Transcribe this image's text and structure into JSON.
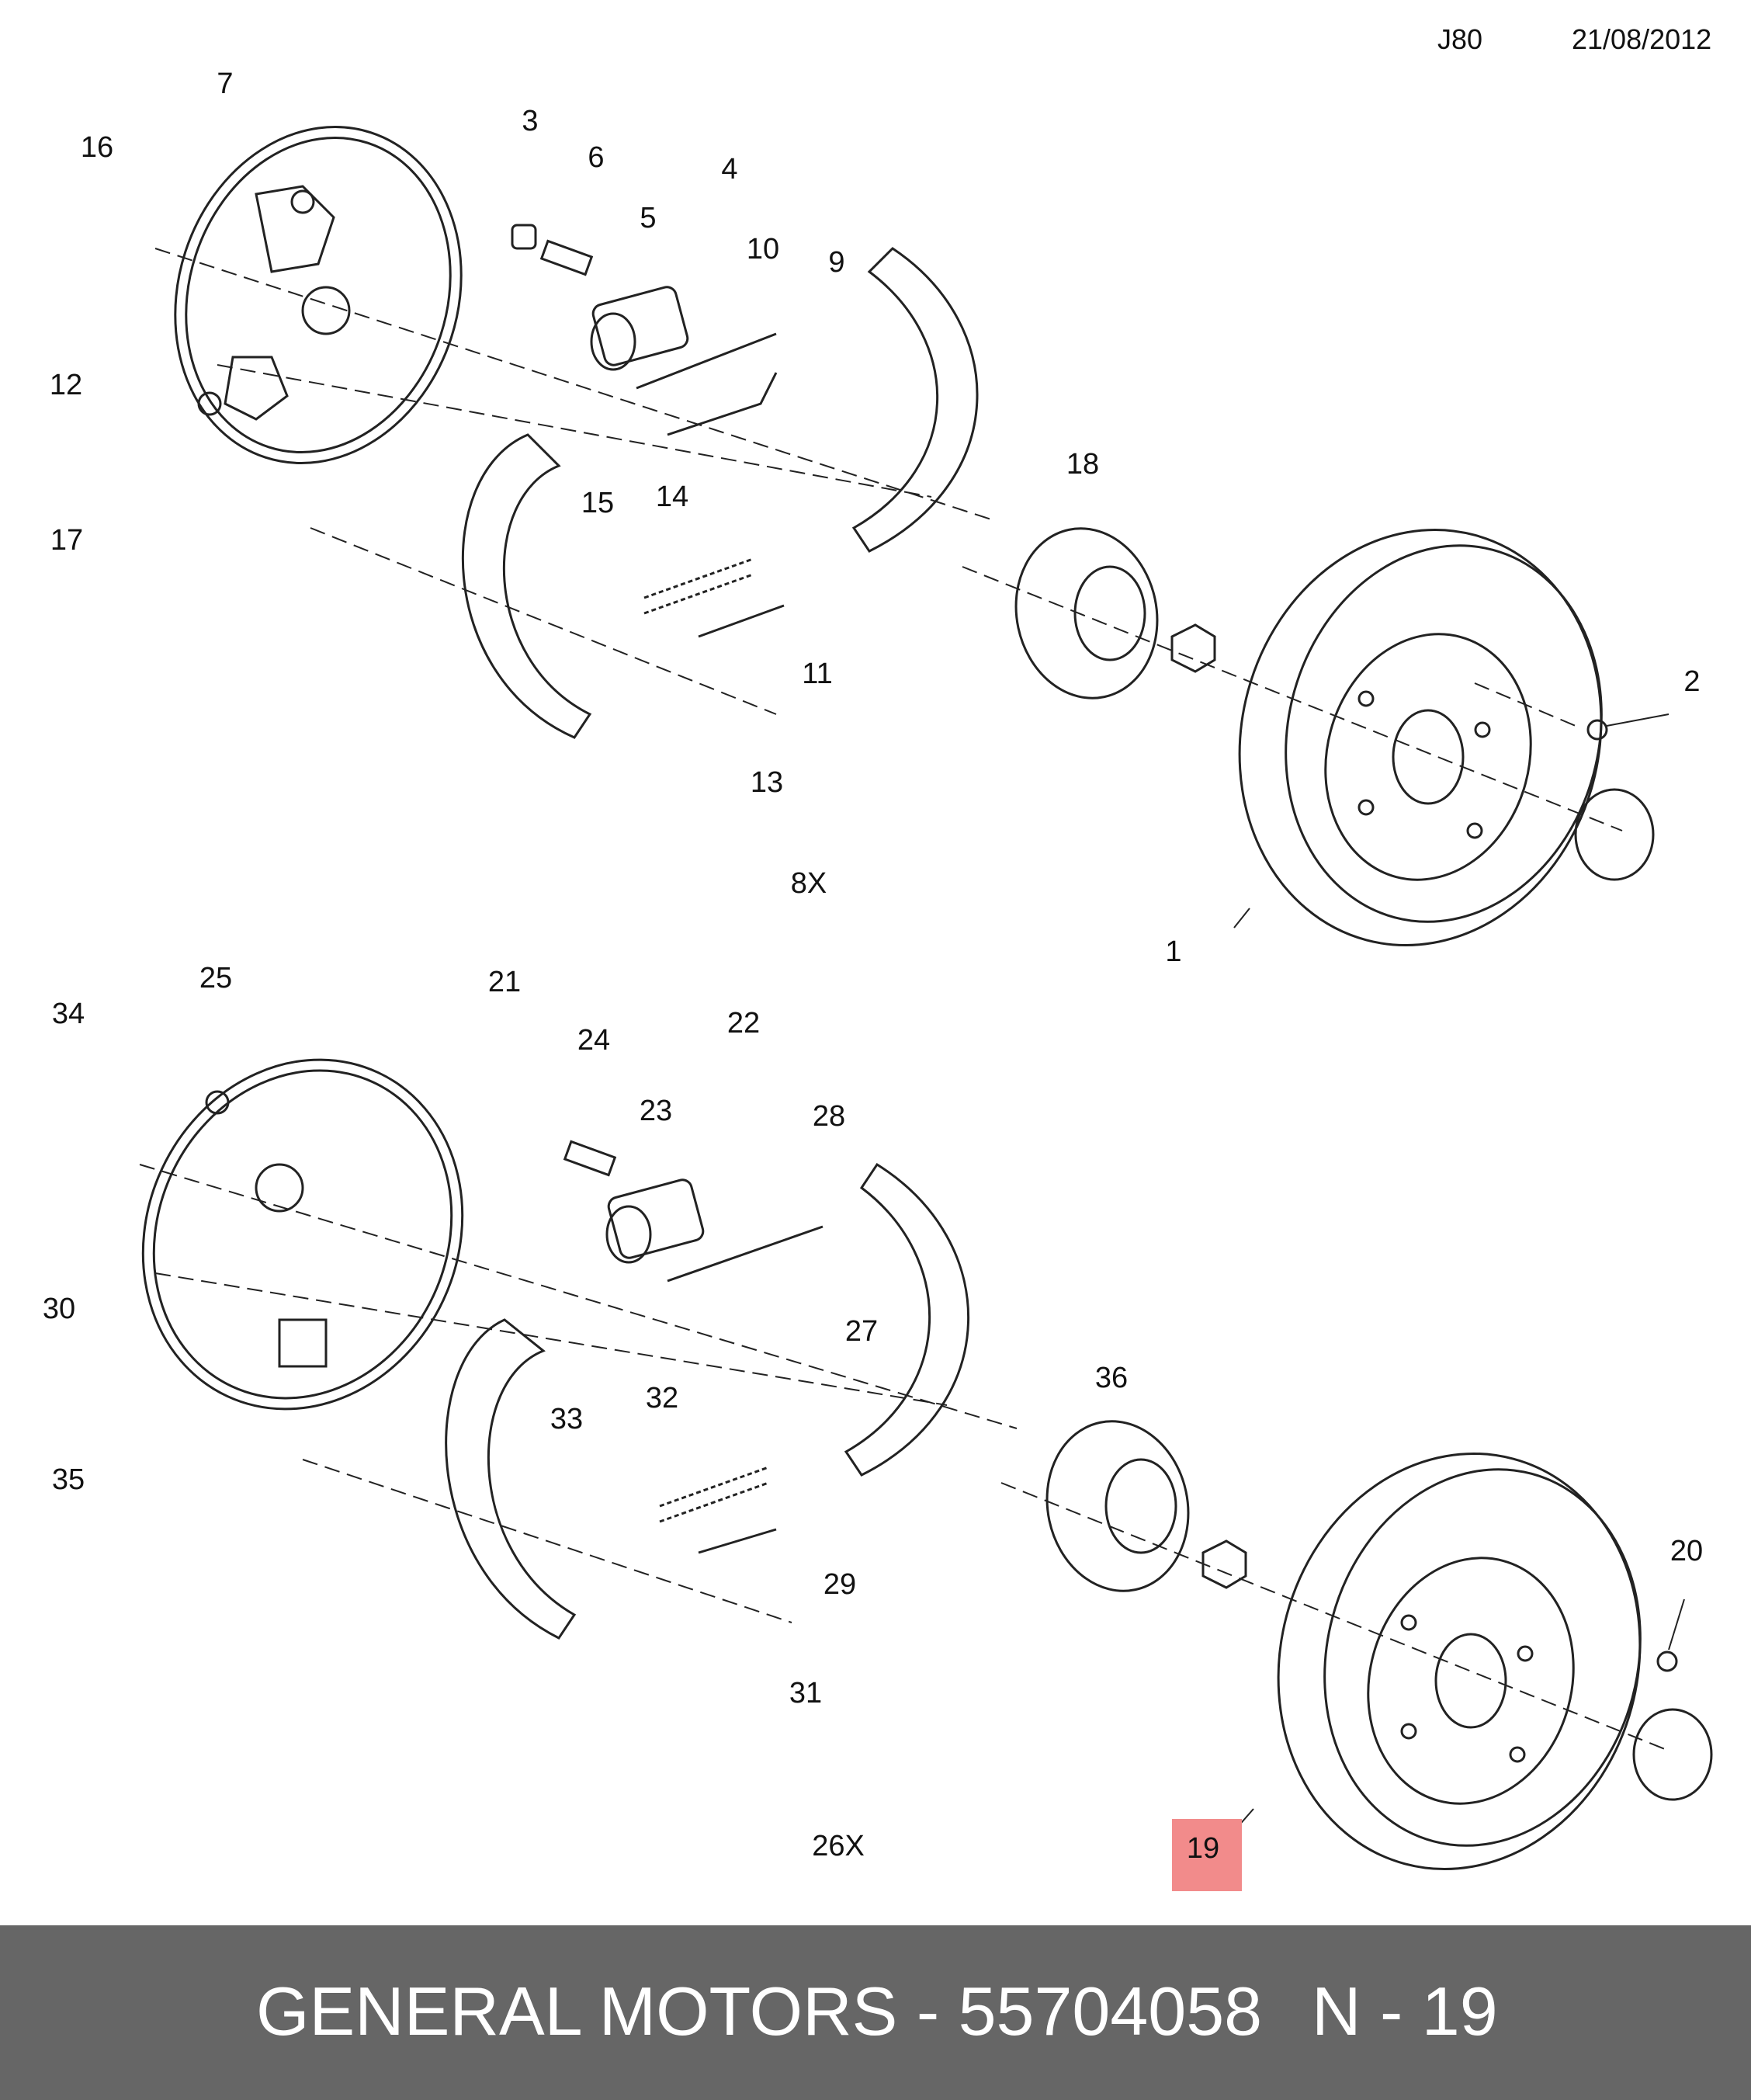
{
  "header": {
    "code": "J80",
    "date": "21/08/2012"
  },
  "callouts": {
    "top": [
      "1",
      "2",
      "3",
      "4",
      "5",
      "6",
      "7",
      "8X",
      "9",
      "10",
      "11",
      "12",
      "13",
      "14",
      "15",
      "16",
      "17",
      "18"
    ],
    "bottom": [
      "19",
      "20",
      "21",
      "22",
      "23",
      "24",
      "25",
      "26X",
      "27",
      "28",
      "29",
      "30",
      "31",
      "32",
      "33",
      "34",
      "35",
      "36"
    ]
  },
  "highlight": {
    "label": "19",
    "color": "#f28b8b"
  },
  "footer": {
    "brand": "GENERAL MOTORS - 55704058",
    "ref": "N - 19",
    "bg_color": "#666666"
  }
}
